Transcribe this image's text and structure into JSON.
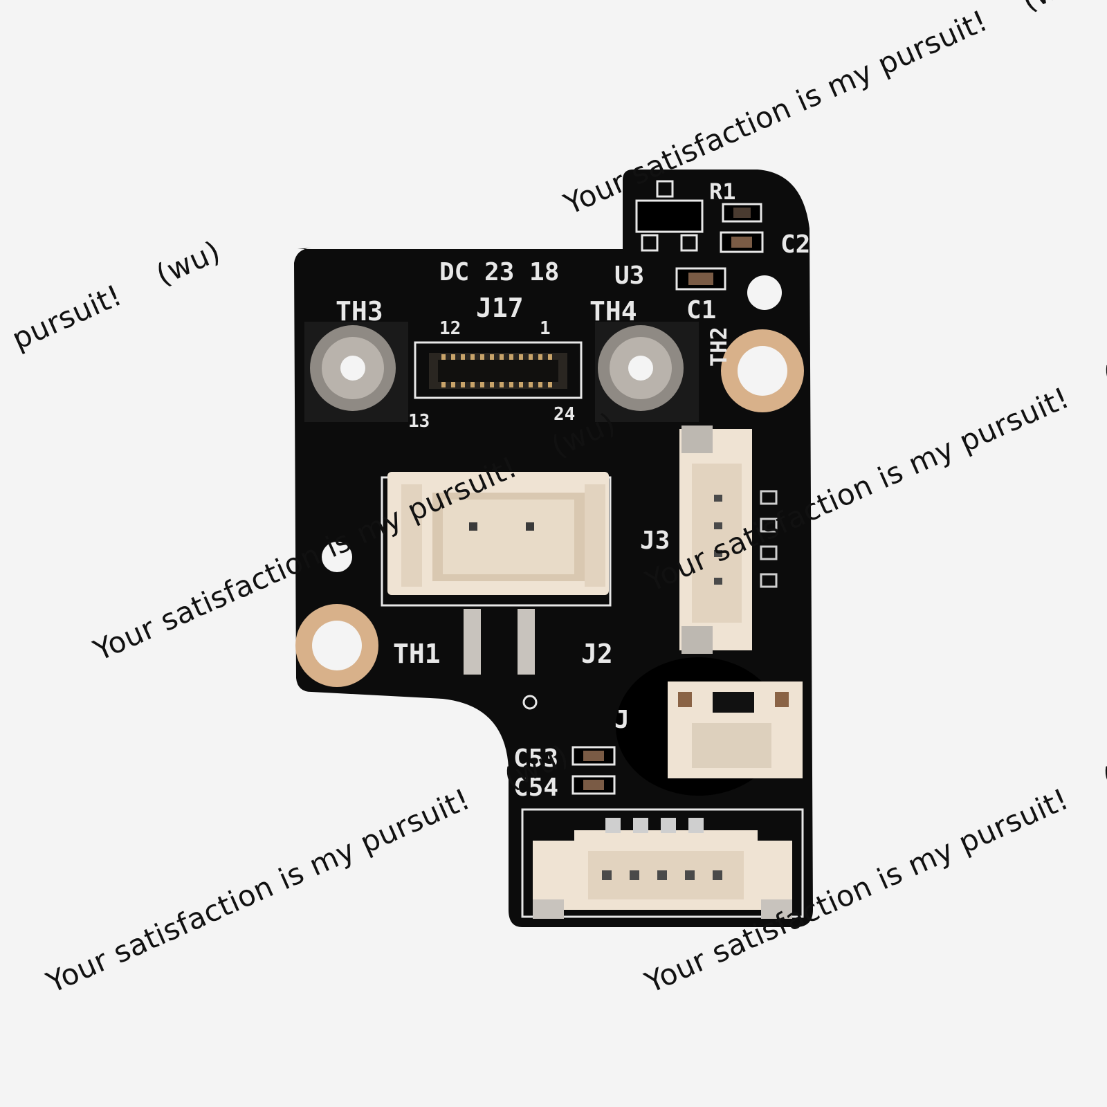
{
  "photo": {
    "subject": "PCB",
    "silkscreen": {
      "date_code": "DC 23 18",
      "th3": "TH3",
      "j17": "J17",
      "th4": "TH4",
      "u3": "U3",
      "c1": "C1",
      "c2": "C2",
      "r1": "R1",
      "th2": "TH2",
      "pin12": "12",
      "pin1": "1",
      "pin13": "13",
      "pin24": "24",
      "j3": "J3",
      "th1": "TH1",
      "j2": "J2",
      "c53": "C53",
      "c54": "C54",
      "j_small": "J"
    },
    "colors": {
      "board": "#0c0c0c",
      "silk": "#e8e8e8",
      "connector": "#efe3d3",
      "copper": "#d8b18a",
      "background": "#f4f4f4"
    }
  },
  "watermark": {
    "text": "Your satisfaction is my pursuit!",
    "tag": "(wu)",
    "partial": "pursuit!"
  }
}
